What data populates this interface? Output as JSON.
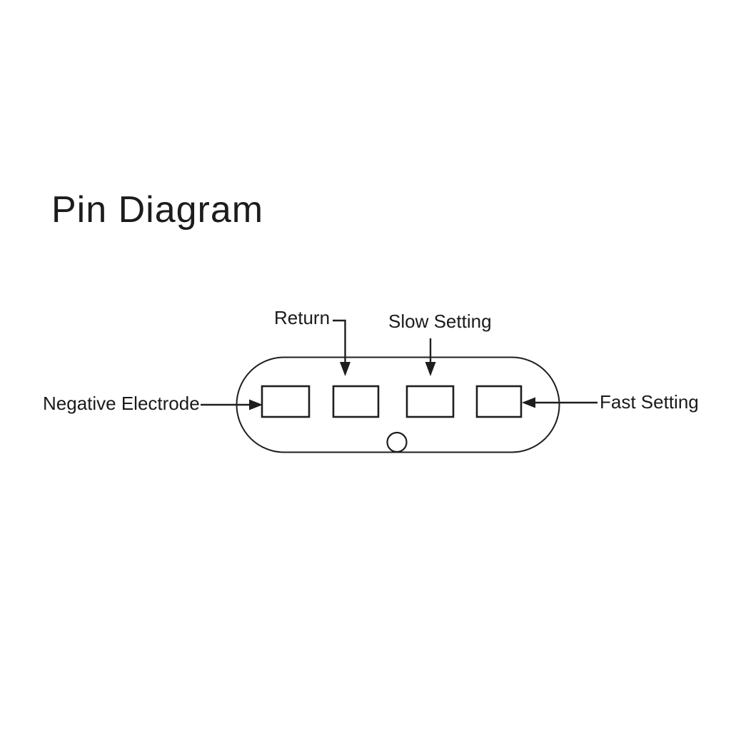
{
  "page": {
    "title": "Pin Diagram",
    "background_color": "#ffffff",
    "ink_color": "#1e1e1e"
  },
  "diagram": {
    "device": "pill-shaped connector body with four rectangular pins and a bottom alignment notch",
    "labels": {
      "negative_electrode": "Negative Electrode",
      "return": "Return",
      "slow_setting": "Slow Setting",
      "fast_setting": "Fast Setting"
    },
    "pins": [
      {
        "index": 1,
        "label": "Negative Electrode",
        "pointer": "arrow-right-from-left"
      },
      {
        "index": 2,
        "label": "Return",
        "pointer": "elbow-arrow-down-from-top"
      },
      {
        "index": 3,
        "label": "Slow Setting",
        "pointer": "arrow-down-from-top"
      },
      {
        "index": 4,
        "label": "Fast Setting",
        "pointer": "arrow-left-from-right"
      }
    ],
    "notch": {
      "shape": "circle",
      "position": "bottom-center-inside-body"
    }
  }
}
